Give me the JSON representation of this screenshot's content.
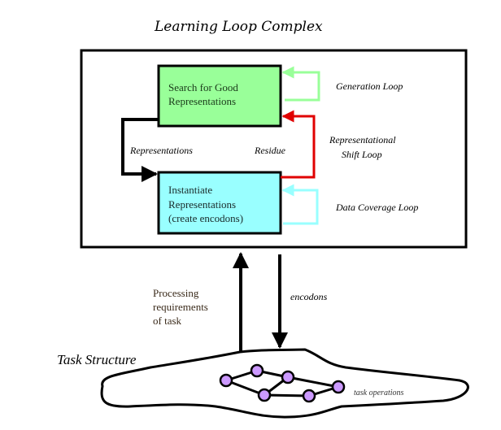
{
  "title": "Learning Loop Complex",
  "boxes": {
    "search": {
      "lines": [
        "Search for Good",
        "Representations"
      ],
      "fill": "#99ff99"
    },
    "instantiate": {
      "lines": [
        "Instantiate",
        "Representations",
        "(create encodons)"
      ],
      "fill": "#99ffff"
    }
  },
  "loops": {
    "generation": {
      "label": "Generation Loop",
      "color": "#99ff99"
    },
    "representational_shift": {
      "lines": [
        "Representational",
        "Shift  Loop"
      ],
      "color": "#e00000"
    },
    "data_coverage": {
      "label": "Data Coverage Loop",
      "color": "#99ffff"
    }
  },
  "arrow_labels": {
    "representations": "Representations",
    "residue": "Residue"
  },
  "vertical_labels": {
    "processing": [
      "Processing",
      "requirements",
      "of task"
    ],
    "encodons": "encodons"
  },
  "task_structure": {
    "label": "Task Structure",
    "operations_label": "task operations",
    "node_color": "#cc99ff",
    "nodes": [
      {
        "id": "n1"
      },
      {
        "id": "n2"
      },
      {
        "id": "n3"
      },
      {
        "id": "n4"
      },
      {
        "id": "n5"
      },
      {
        "id": "n6"
      }
    ],
    "edges": [
      [
        "n1",
        "n2"
      ],
      [
        "n2",
        "n3"
      ],
      [
        "n1",
        "n4"
      ],
      [
        "n4",
        "n3"
      ],
      [
        "n3",
        "n6"
      ],
      [
        "n4",
        "n5"
      ],
      [
        "n5",
        "n6"
      ]
    ]
  }
}
